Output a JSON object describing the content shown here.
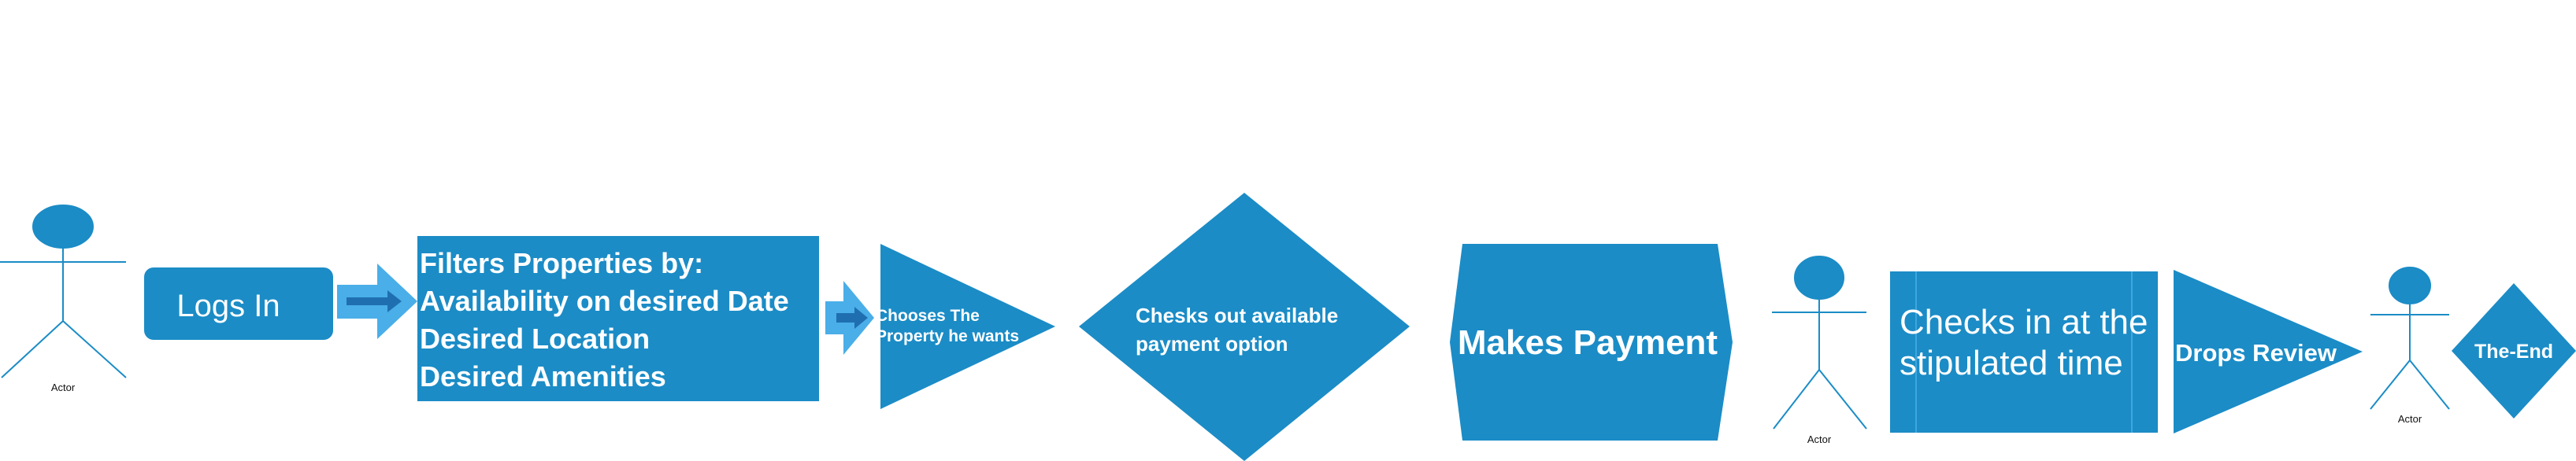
{
  "colors": {
    "primary": "#1b8cc6",
    "secondary": "#4aaee8",
    "arrow_inner": "#1f6fb0",
    "actor": "#1b8cc6"
  },
  "actors": [
    {
      "label": "Actor"
    },
    {
      "label": "Actor"
    },
    {
      "label": "Actor"
    }
  ],
  "steps": {
    "logs_in": "Logs In",
    "filters": {
      "title": "Filters Properties by:",
      "items": [
        "Availability on desired Date",
        "Desired Location",
        "Desired Amenities"
      ]
    },
    "chooses": [
      "Chooses The",
      "Property he wants"
    ],
    "checkout": [
      "Chesks out available",
      "payment option"
    ],
    "payment": "Makes Payment",
    "checkin": [
      "Checks in at the",
      "stipulated time"
    ],
    "review": "Drops Review",
    "end": "The-End"
  }
}
